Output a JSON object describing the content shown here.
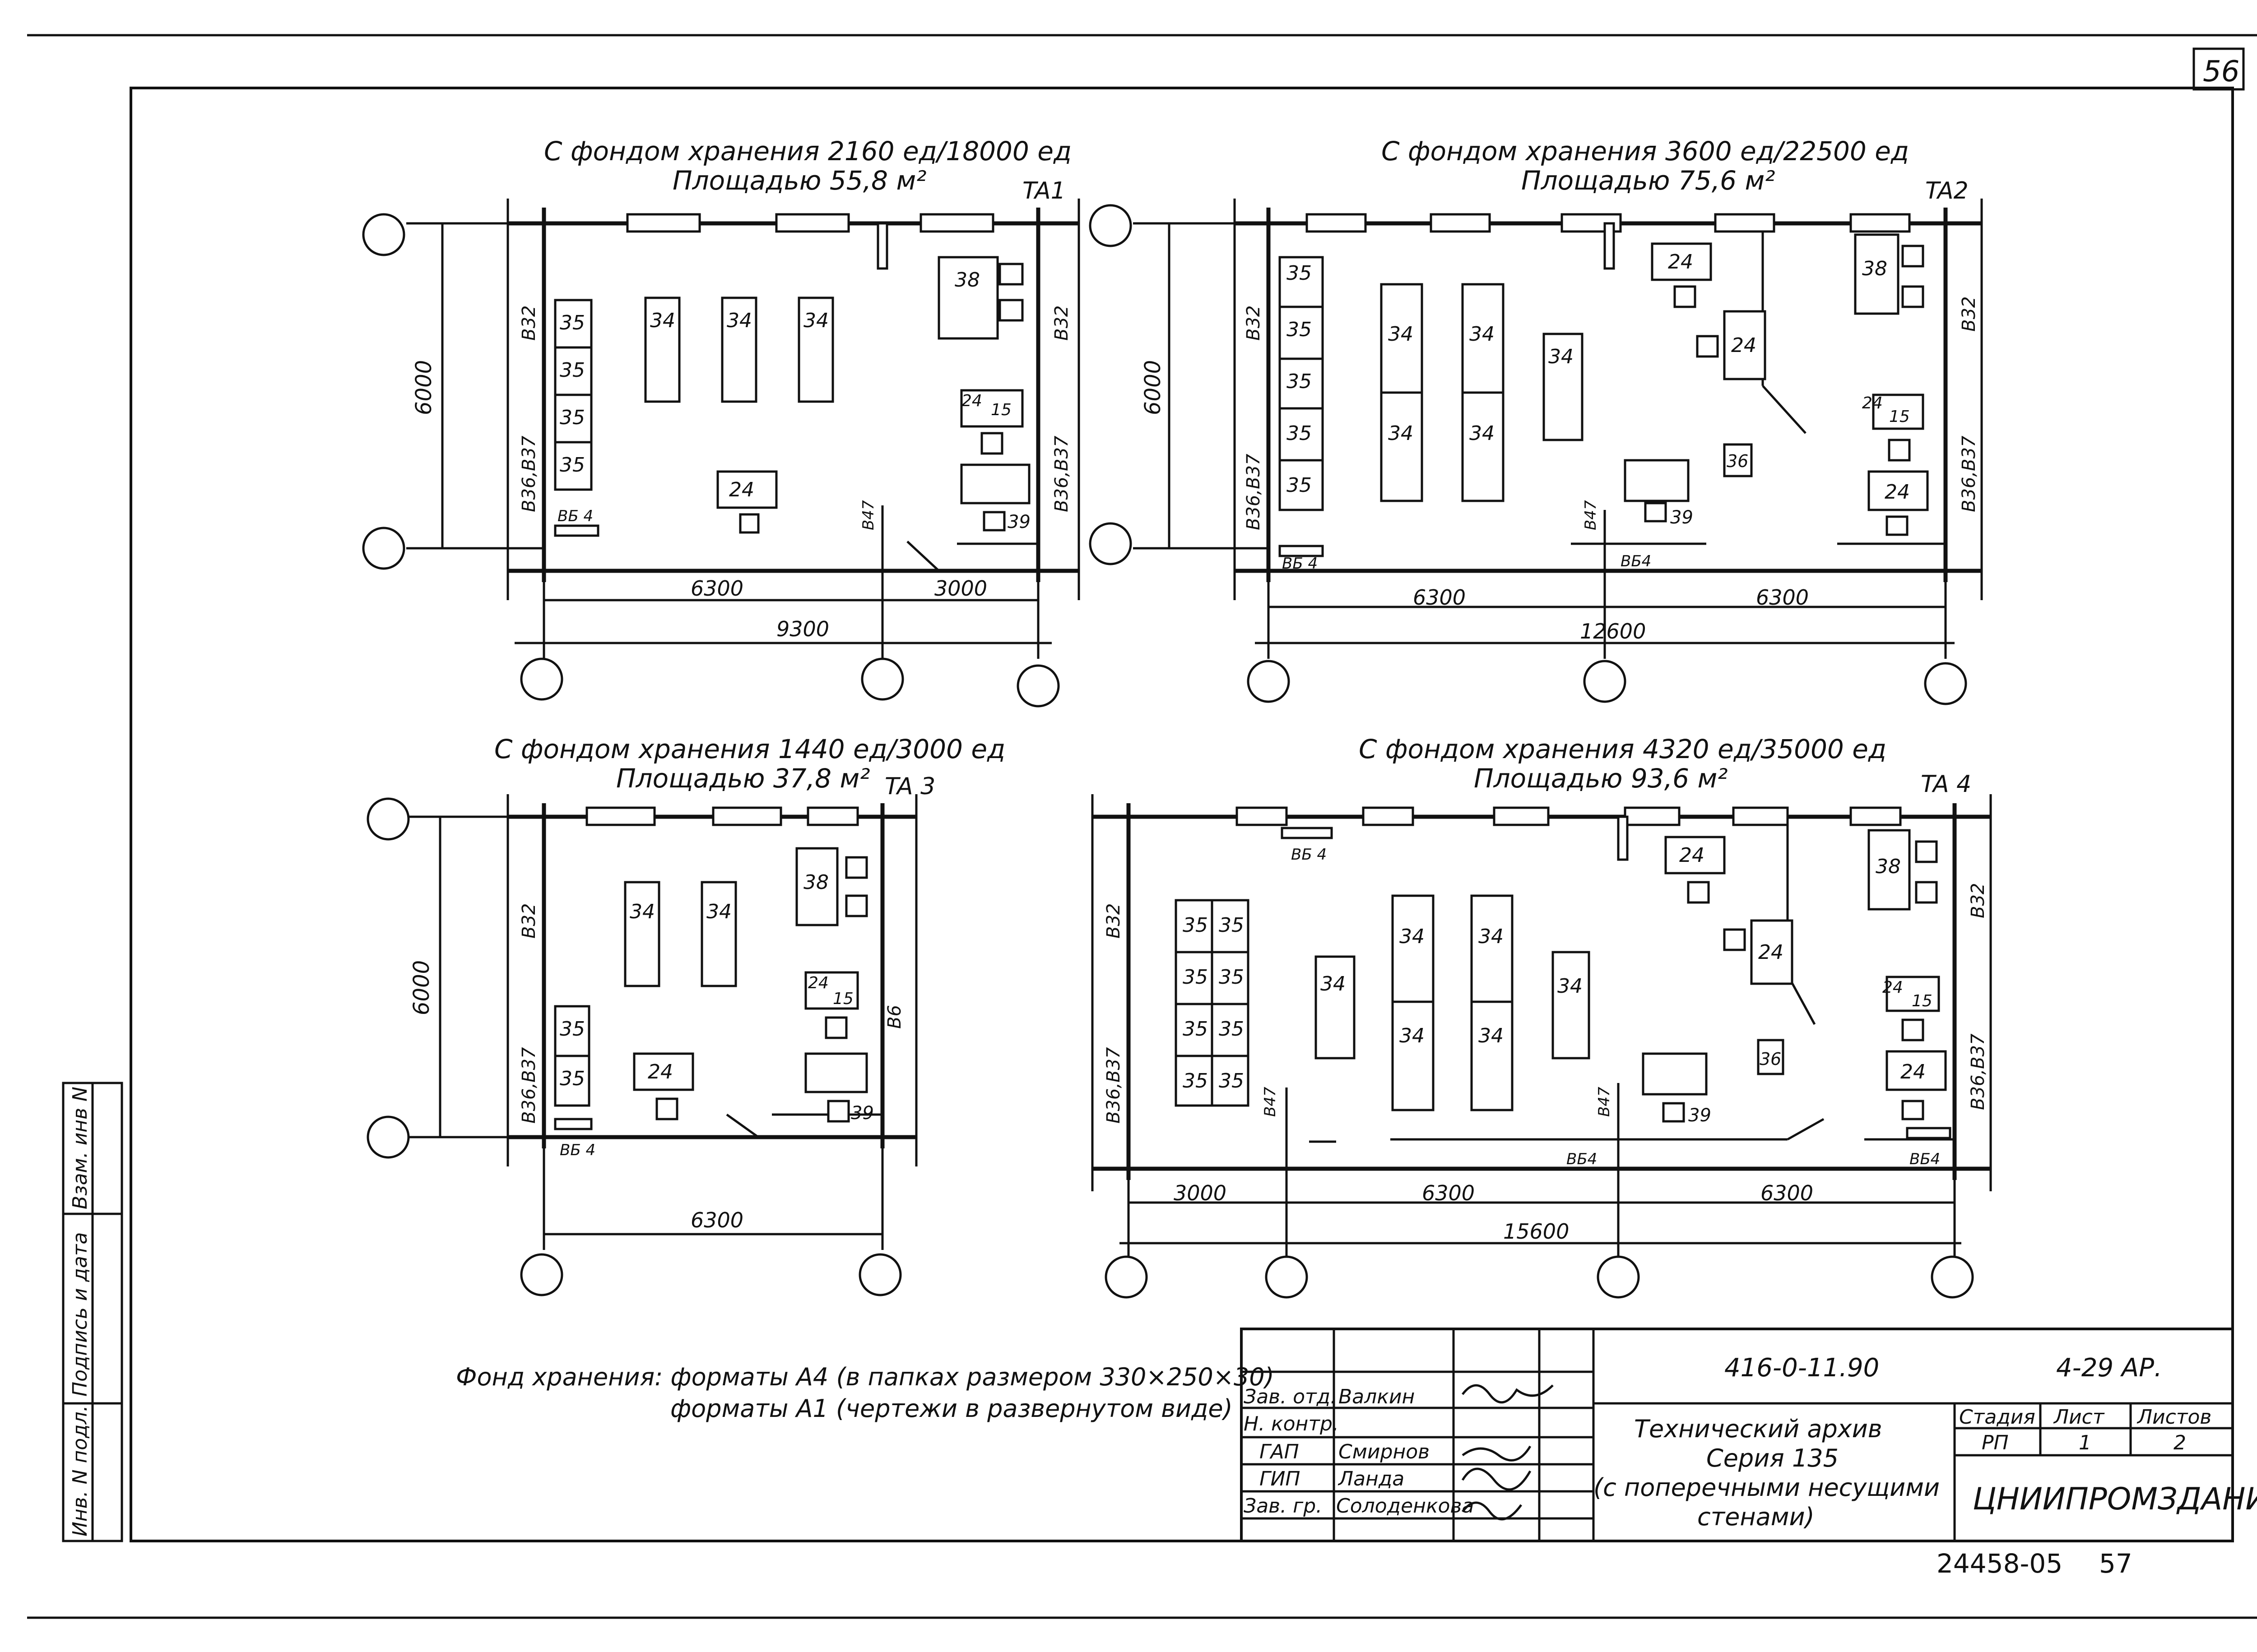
{
  "sheet_number": "56",
  "plans": [
    {
      "tag": "TA1",
      "title": "С фондом хранения 2160 ед/18000 ед",
      "area": "Площадью 55,8 м²",
      "dim_height": "6000",
      "dims_bottom": [
        "6300",
        "3000"
      ],
      "dim_total": "9300",
      "wall_left": [
        "В32",
        "В36,В37"
      ],
      "wall_right": [
        "В32",
        "В36,В37"
      ],
      "label_vb": "ВБ 4",
      "label_mid": "В47"
    },
    {
      "tag": "TA2",
      "title": "С фондом хранения 3600 ед/22500 ед",
      "area": "Площадью 75,6 м²",
      "dim_height": "6000",
      "dims_bottom": [
        "6300",
        "6300"
      ],
      "dim_total": "12600",
      "wall_left": [
        "В32",
        "В36,В37"
      ],
      "wall_right": [
        "В32",
        "В36,В37"
      ],
      "label_vb": "ВБ 4",
      "label_vb2": "ВБ4",
      "label_mid": "В47"
    },
    {
      "tag": "TA 3",
      "title": "С фондом хранения 1440 ед/3000 ед",
      "area": "Площадью 37,8 м²",
      "dim_height": "6000",
      "dims_bottom": [
        "6300"
      ],
      "dim_total": "",
      "wall_left": [
        "В32",
        "В36,В37"
      ],
      "wall_right": [
        "В6"
      ],
      "label_vb": "ВБ 4"
    },
    {
      "tag": "TA 4",
      "title": "С фондом хранения 4320 ед/35000 ед",
      "area": "Площадью 93,6 м²",
      "dim_height": "",
      "dims_bottom": [
        "3000",
        "6300",
        "6300"
      ],
      "dim_total": "15600",
      "wall_left": [
        "В32",
        "В36,В37"
      ],
      "wall_right": [
        "В32",
        "В36,В37"
      ],
      "label_vb": "ВБ 4",
      "label_vb2": "ВБ4",
      "label_vb3": "ВБ4",
      "label_mid": "В47",
      "label_mid2": "В47"
    }
  ],
  "equipment_labels": {
    "shelf": "35",
    "rack": "34",
    "desk": "24",
    "table38": "38",
    "item15": "15",
    "item39": "39",
    "item36": "36"
  },
  "note_line1": "Фонд хранения: форматы А4 (в папках размером 330×250×30)",
  "note_line2": "форматы А1 (чертежи в развернутом виде)",
  "side_stamp": [
    "Инв. N подл.",
    "Подпись и дата",
    "Взам. инв N"
  ],
  "title_block": {
    "code": "416-0-11.90",
    "sheet_code": "4-29 АР.",
    "roles": [
      "Зав. отд.",
      "Н. контр.",
      "ГАП",
      "ГИП",
      "Зав. гр."
    ],
    "names": [
      "Валкин",
      "",
      "Смирнов",
      "Ланда",
      "Солоденкова"
    ],
    "description": [
      "Технический архив",
      "Серия 135",
      "(с поперечными несущими",
      "стенами)"
    ],
    "stage_header": "Стадия",
    "sheet_header": "Лист",
    "sheets_header": "Листов",
    "stage": "РП",
    "sheet": "1",
    "sheets": "2",
    "org": "ЦНИИПРОМЗДАНИЙ"
  },
  "bottom_number": "24458-05",
  "bottom_page": "57"
}
